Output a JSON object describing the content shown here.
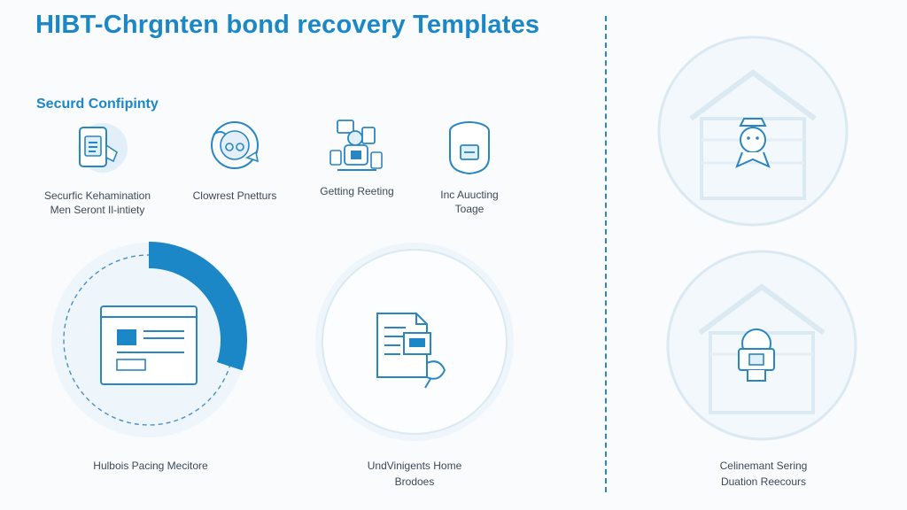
{
  "header": {
    "title": "HIBT-Chrgnten bond recovery Templates"
  },
  "section": {
    "label": "Securd Confipinty"
  },
  "features": [
    {
      "label_line1": "Securfic Kehamination",
      "label_line2": "Men Seront Il-intiety",
      "icon": "document-id-icon"
    },
    {
      "label_line1": "Clowrest Pnetturs",
      "label_line2": "",
      "icon": "face-globe-icon"
    },
    {
      "label_line1": "Getting Reeting",
      "label_line2": "",
      "icon": "team-devices-icon"
    },
    {
      "label_line1": "Inc Auucting",
      "label_line2": "Toage",
      "icon": "safe-shield-icon"
    }
  ],
  "panels": [
    {
      "line1": "Hulbois Pacing Mecitore",
      "line2": "",
      "icon": "browser-window-icon",
      "progress_fraction": 0.3
    },
    {
      "line1": "UndVinigents Home",
      "line2": "Brodoes",
      "icon": "document-leaf-icon"
    },
    {
      "line1": "Celinemant Sering",
      "line2": "Duation Reecours",
      "icon": "user-house-icon"
    }
  ],
  "colors": {
    "accent": "#1b87c6",
    "line": "#2a86c2",
    "faint": "#d8e8f3"
  }
}
